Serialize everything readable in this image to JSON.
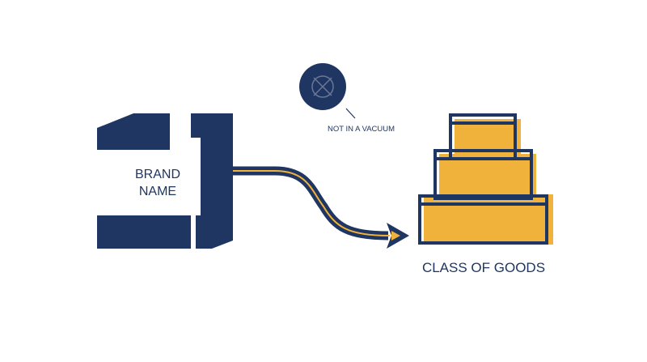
{
  "brand": {
    "line1": "BRAND",
    "line2": "NAME"
  },
  "vacuum": {
    "label": "NOT IN A VACUUM",
    "icon": "x-circle-icon"
  },
  "goods": {
    "label": "CLASS OF GOODS"
  },
  "colors": {
    "navy": "#1f3662",
    "gold": "#f0b23a",
    "line_gray": "#1f3662"
  }
}
